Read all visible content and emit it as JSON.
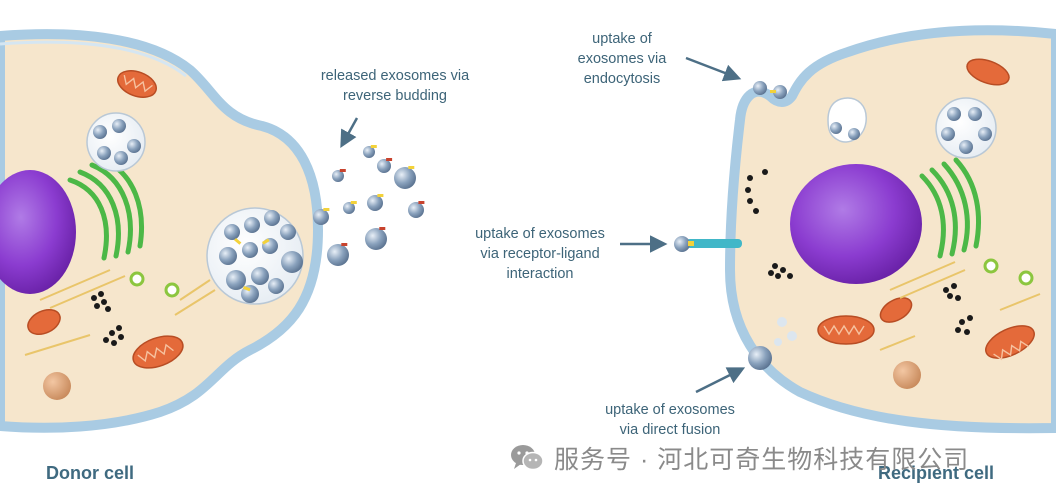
{
  "labels": {
    "released": [
      "released exosomes via",
      "reverse budding"
    ],
    "endocytosis": [
      "uptake of",
      "exosomes via",
      "endocytosis"
    ],
    "receptor": [
      "uptake of exosomes",
      "via receptor-ligand",
      "interaction"
    ],
    "fusion": [
      "uptake of exosomes",
      "via direct fusion"
    ]
  },
  "cells": {
    "donor": "Donor cell",
    "recipient": "Recipient cell"
  },
  "watermark": {
    "icon": "wechat-icon",
    "text": "服务号 · 河北可奇生物科技有限公司"
  },
  "colors": {
    "cytoplasm": "#f6e6cc",
    "membrane": "#a9cbe3",
    "nucleus": "#8b3cd0",
    "golgi": "#4cb847",
    "mitochondria": "#e46a3a",
    "exosome": "#8aa2bd",
    "arrow": "#4d6f86"
  }
}
